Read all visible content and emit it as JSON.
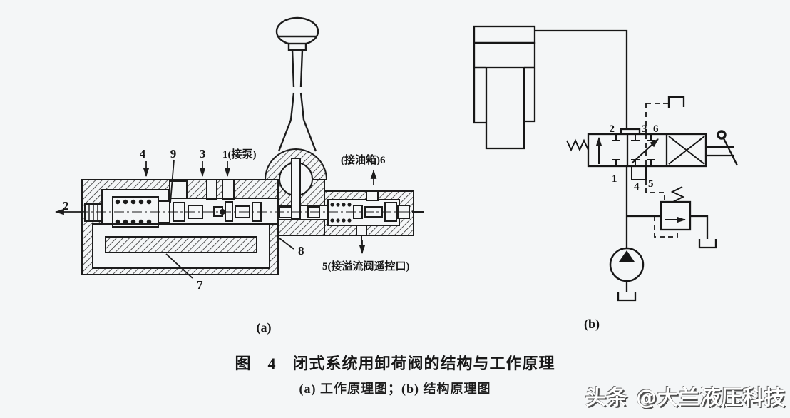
{
  "page": {
    "background": "#f4f6f7",
    "ink": "#1c1c1c"
  },
  "figure_caption": {
    "line1": "图　4　闭式系统用卸荷阀的结构与工作原理",
    "line2": "(a) 工作原理图；(b) 结构原理图"
  },
  "watermark": {
    "text": "头条 @大兰液压科技"
  },
  "diagram_a": {
    "tag": "(a)",
    "labels": {
      "n2": "2",
      "n4": "4",
      "n9": "9",
      "n3": "3",
      "n1_pump": "1(接泵)",
      "n6_tank": "(接油箱)6",
      "n5_remote": "5(接溢流阀遥控口)",
      "n7": "7",
      "n8": "8"
    }
  },
  "diagram_b": {
    "tag": "(b)",
    "ports_top": {
      "p2": "2",
      "p3": "3",
      "p6": "6"
    },
    "ports_bottom": {
      "p1": "1",
      "p4": "4",
      "p5": "5"
    }
  }
}
